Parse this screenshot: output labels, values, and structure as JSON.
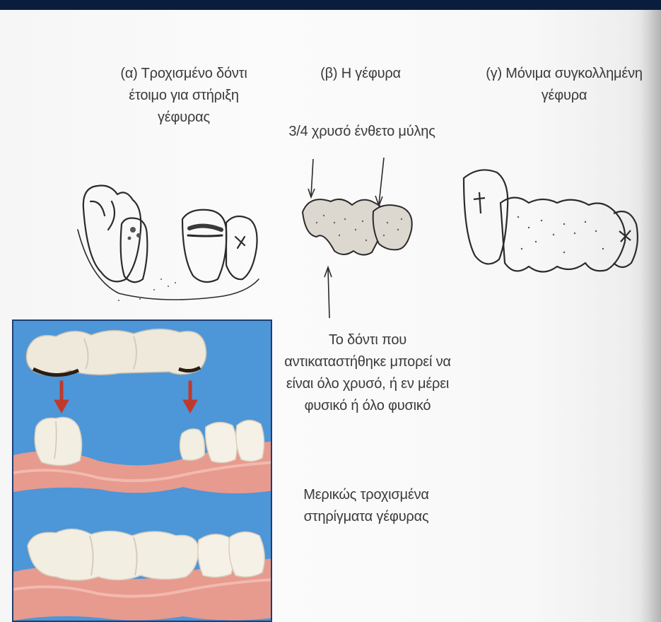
{
  "captions": {
    "a": [
      "(α) Τροχισμένο δόντι",
      "έτοιμο για στήριξη",
      "γέφυρας"
    ],
    "b": [
      "(β) Η γέφυρα"
    ],
    "c": [
      "(γ) Μόνιμα συγκολλημένη",
      "γέφυρα"
    ],
    "inlay_label": "3/4 χρυσό ένθετο μύλης",
    "replaced_tooth": [
      "Το δόντι που",
      "αντικαταστήθηκε μπορεί να",
      "είναι όλο χρυσό, ή εν μέρει",
      "φυσικό ή όλο φυσικό"
    ],
    "abutments": [
      "Μερικώς τροχισμένα",
      "στηρίγματα γέφυρας"
    ]
  },
  "colors": {
    "top_bar": "#0b1d3f",
    "photo_background": "#4d96d8",
    "gum": "#e79a8e",
    "tooth": "#f3eee2",
    "arrow": "#c0392b"
  }
}
